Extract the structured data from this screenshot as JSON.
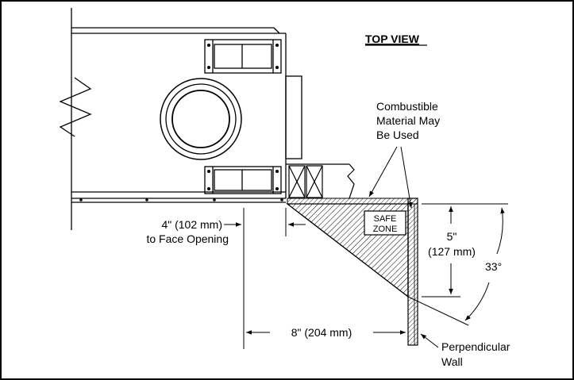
{
  "diagram": {
    "title": "TOP VIEW",
    "combustible_label": [
      "Combustible",
      "Material May",
      "Be Used"
    ],
    "safe_zone_label": [
      "SAFE",
      "ZONE"
    ],
    "face_opening_label": [
      "4\" (102 mm)",
      "to Face Opening"
    ],
    "depth_label": [
      "5\"",
      "(127 mm)"
    ],
    "angle_label": "33°",
    "width_label": "8\" (204 mm)",
    "wall_label": [
      "Perpendicular",
      "Wall"
    ]
  }
}
